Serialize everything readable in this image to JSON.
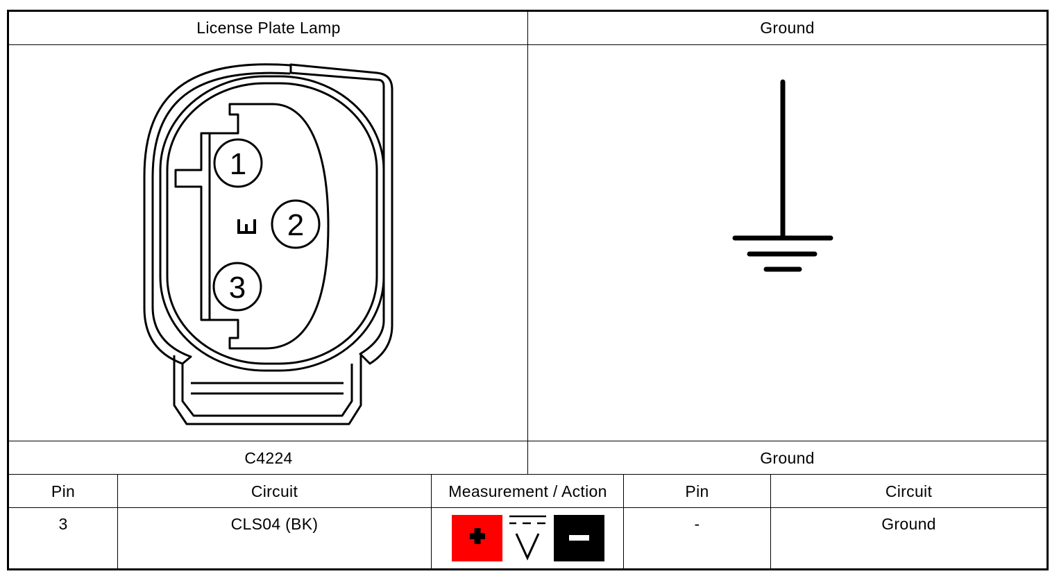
{
  "headers": {
    "left": "License Plate Lamp",
    "right": "Ground"
  },
  "connector": {
    "id": "C4224",
    "pin_labels": [
      "1",
      "2",
      "3"
    ]
  },
  "ground_section": {
    "label": "Ground"
  },
  "table": {
    "columns": [
      "Pin",
      "Circuit",
      "Measurement / Action",
      "Pin",
      "Circuit"
    ],
    "row": {
      "pin": "3",
      "circuit": "CLS04 (BK)",
      "right_pin": "-",
      "right_circuit": "Ground"
    }
  },
  "measurement_icons": [
    "positive-probe-icon",
    "dc-voltmeter-icon",
    "negative-probe-icon"
  ],
  "colors": {
    "positive": "#ff0000",
    "negative": "#000000",
    "lines": "#000000"
  }
}
